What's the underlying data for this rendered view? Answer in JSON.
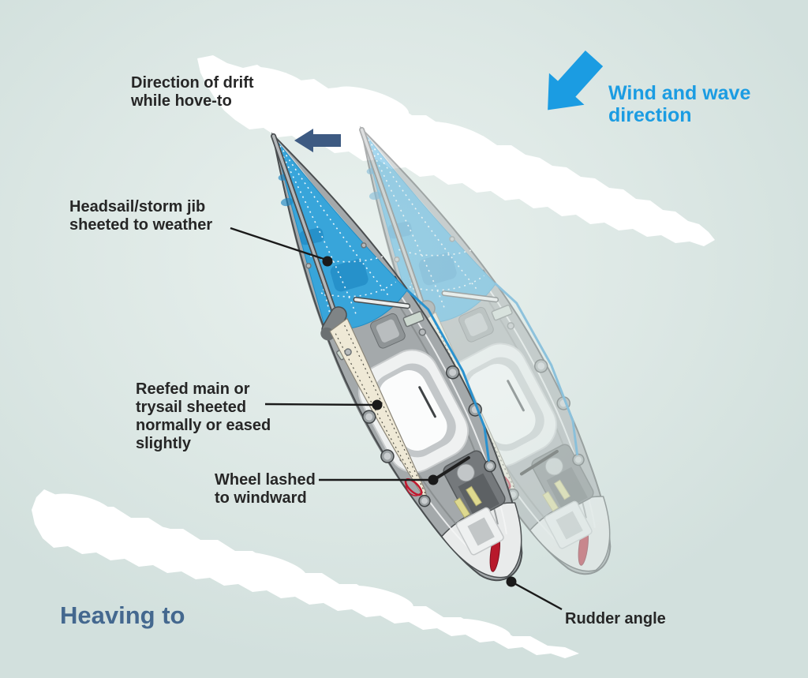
{
  "palette": {
    "background_center": "#e9f1ee",
    "background_mid": "#dde8e5",
    "background_edge": "#d2e0dd",
    "wind_blue": "#1b9ce2",
    "drift_arrow_blue": "#3d5a82",
    "title_blue": "#44688f",
    "label_color": "#262626",
    "sail_blue": "#38a5da",
    "sail_blue_dark": "#1d85c2",
    "deck_gray": "#a4a9ab",
    "deck_outline": "#4a4e50",
    "boom_cream": "#efe9d6",
    "rudder_red": "#b8192b",
    "wheel_red": "#c2182f",
    "sheet_blue": "#2a92cf",
    "hatch_green": "#ccd8cf",
    "wave_white": "#ffffff"
  },
  "title": "Heaving to",
  "wind_label": {
    "lines": [
      "Wind and wave",
      "direction"
    ]
  },
  "drift_label": {
    "lines": [
      "Direction of drift",
      "while hove-to"
    ]
  },
  "annotations": {
    "headsail": {
      "lines": [
        "Headsail/storm jib",
        "sheeted to weather"
      ]
    },
    "mainsail": {
      "lines": [
        "Reefed main or",
        "trysail sheeted",
        "normally or eased",
        "slightly"
      ]
    },
    "wheel": {
      "lines": [
        "Wheel lashed",
        "to windward"
      ]
    },
    "rudder": {
      "lines": [
        "Rudder angle"
      ]
    }
  },
  "icons": {
    "wind_arrow": "wind-and-wave-direction-arrow",
    "drift_arrow": "drift-direction-arrow"
  }
}
